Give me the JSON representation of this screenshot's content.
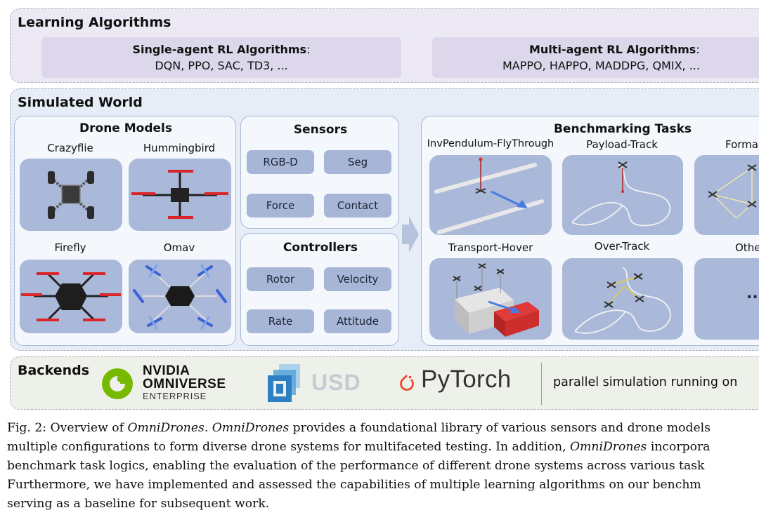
{
  "learning": {
    "title": "Learning Algorithms",
    "single_title": "Single-agent RL Algorithms",
    "single_list": "DQN, PPO, SAC, TD3, ...",
    "multi_title": "Multi-agent RL Algorithms",
    "multi_list": "MAPPO, HAPPO, MADDPG, QMIX, ..."
  },
  "world": {
    "title": "Simulated World",
    "drones": {
      "title": "Drone Models",
      "items": [
        "Crazyflie",
        "Hummingbird",
        "Firefly",
        "Omav"
      ]
    },
    "sensors": {
      "title": "Sensors",
      "items": [
        "RGB-D",
        "Seg",
        "Force",
        "Contact"
      ]
    },
    "controllers": {
      "title": "Controllers",
      "items": [
        "Rotor",
        "Velocity",
        "Rate",
        "Attitude"
      ]
    },
    "tasks": {
      "title": "Benchmarking Tasks",
      "items": [
        "InvPendulum-FlyThrough",
        "Payload-Track",
        "Forma",
        "Transport-Hover",
        "Over-Track",
        "Othe"
      ],
      "more": "..."
    }
  },
  "backends": {
    "title": "Backends",
    "nvidia_line1": "NVIDIA",
    "nvidia_line2": "OMNIVERSE",
    "nvidia_line3": "ENTERPRISE",
    "usd": "USD",
    "pytorch": "PyTorch",
    "parallel": "parallel simulation running on"
  },
  "caption": {
    "l1a": "Fig. 2: Overview of ",
    "l1b": "OmniDrones",
    "l1c": ". ",
    "l1d": "OmniDrones",
    "l1e": " provides a foundational library of various sensors and drone models",
    "l2a": "multiple configurations to form diverse drone systems for multifaceted testing. In addition, ",
    "l2b": "OmniDrones",
    "l2c": " incorpora",
    "l3": "benchmark task logics, enabling the evaluation of the performance of different drone systems across various task",
    "l4": "Furthermore, we have implemented and assessed the capabilities of multiple learning algorithms on our benchm",
    "l5": "serving as a baseline for subsequent work."
  },
  "colors": {
    "learning_bg": "#ece9f4",
    "world_bg": "#e7edf6",
    "backends_bg": "#eef1ea",
    "tile_blue": "#aab8d9",
    "nvidia_green": "#76b900",
    "usd_blue": "#2d7fc1",
    "pytorch_orange": "#ee4c2c"
  }
}
